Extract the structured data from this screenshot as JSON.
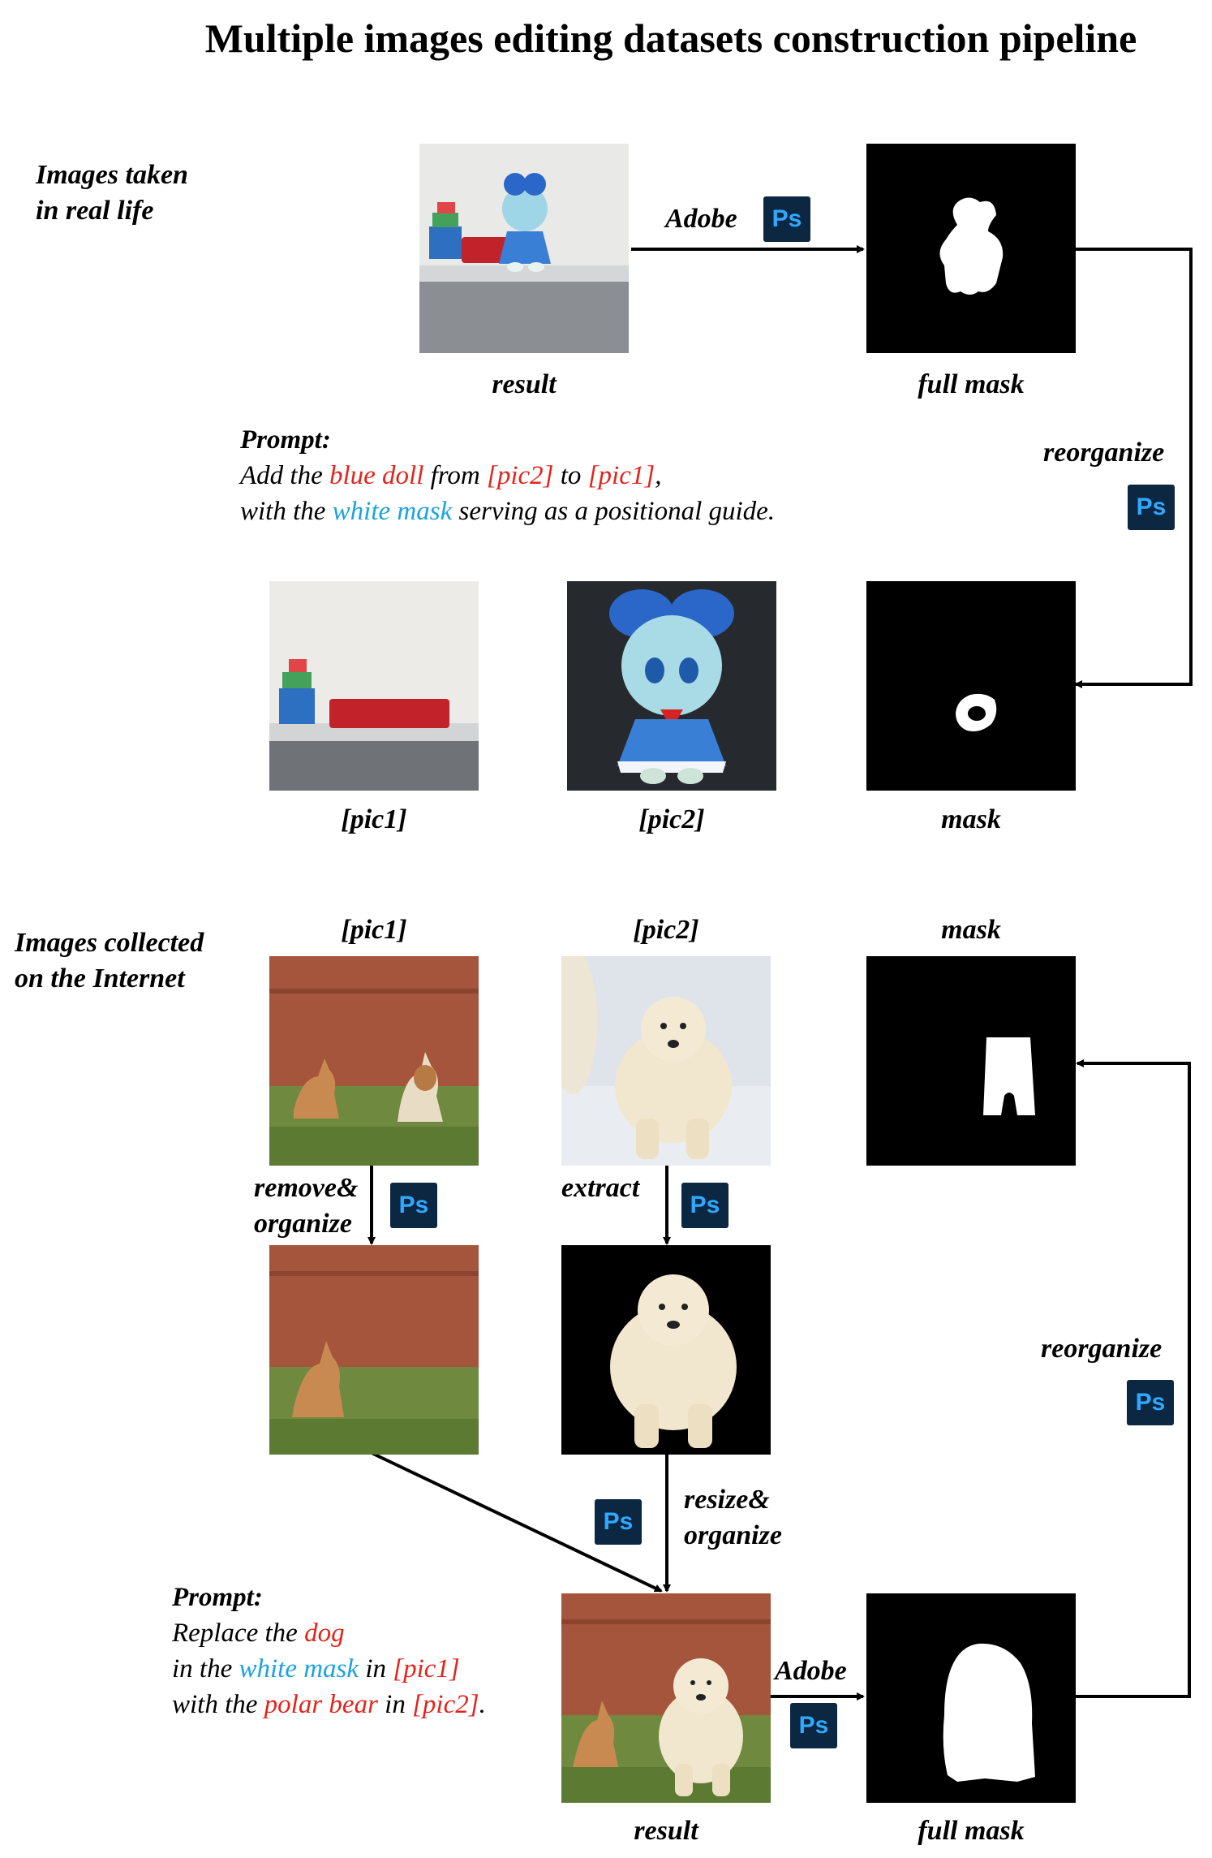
{
  "title": "Multiple images editing datasets construction pipeline",
  "section1": {
    "heading_line1": "Images taken",
    "heading_line2": "in real life",
    "result_label": "result",
    "full_mask_label": "full mask",
    "adobe_label": "Adobe",
    "reorganize_label": "reorganize",
    "prompt": {
      "label": "Prompt:",
      "l1_a": "Add the ",
      "l1_b": "blue doll",
      "l1_c": " from ",
      "l1_d": "[pic2]",
      "l1_e": " to ",
      "l1_f": "[pic1]",
      "l1_g": ",",
      "l2_a": "with the ",
      "l2_b": "white mask",
      "l2_c": " serving as a positional guide."
    },
    "pic1_label": "[pic1]",
    "pic2_label": "[pic2]",
    "mask_label": "mask"
  },
  "section2": {
    "heading_line1": "Images collected",
    "heading_line2": "on the Internet",
    "pic1_label": "[pic1]",
    "pic2_label": "[pic2]",
    "mask_label": "mask",
    "remove_line1": "remove&",
    "remove_line2": "organize",
    "extract_label": "extract",
    "reorganize_label": "reorganize",
    "resize_line1": "resize&",
    "resize_line2": "organize",
    "adobe_label": "Adobe",
    "result_label": "result",
    "full_mask_label": "full mask",
    "prompt": {
      "label": "Prompt:",
      "l1_a": "Replace the ",
      "l1_b": "dog",
      "l2_a": "in the ",
      "l2_b": "white mask",
      "l2_c": " in ",
      "l2_d": "[pic1]",
      "l3_a": "with the ",
      "l3_b": "polar bear",
      "l3_c": " in ",
      "l3_d": "[pic2]",
      "l3_e": "."
    }
  },
  "ps_icon_text": "Ps",
  "colors": {
    "highlight_red": "#e5231b",
    "highlight_cyan": "#1aa3e0",
    "ps_bg": "#0b2742",
    "ps_text": "#31a8ff"
  }
}
